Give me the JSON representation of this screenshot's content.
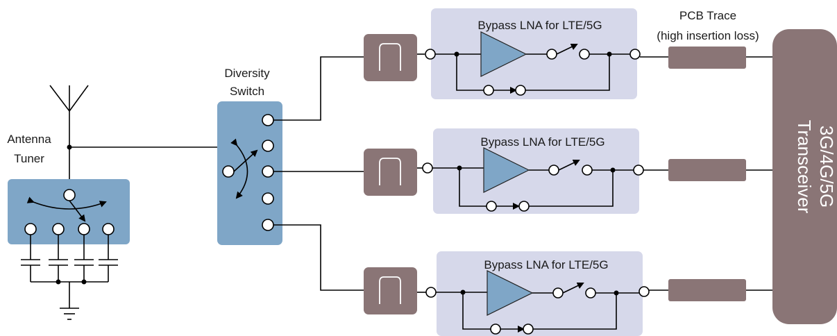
{
  "labels": {
    "antenna_tuner": [
      "Antenna",
      "Tuner"
    ],
    "diversity_switch": [
      "Diversity",
      "Switch"
    ],
    "pcb_trace": [
      "PCB Trace",
      "(high insertion loss)"
    ],
    "transceiver": [
      "3G/4G/5G",
      "Transceiver"
    ]
  },
  "bypass_blocks": [
    {
      "label": "Bypass LNA for LTE/5G"
    },
    {
      "label": "Bypass LNA for LTE/5G"
    },
    {
      "label": "Bypass LNA for LTE/5G"
    }
  ],
  "colors": {
    "component_brown": "#8a7576",
    "switch_blue": "#7fa6c7",
    "bypass_background": "#d6d8ea"
  }
}
